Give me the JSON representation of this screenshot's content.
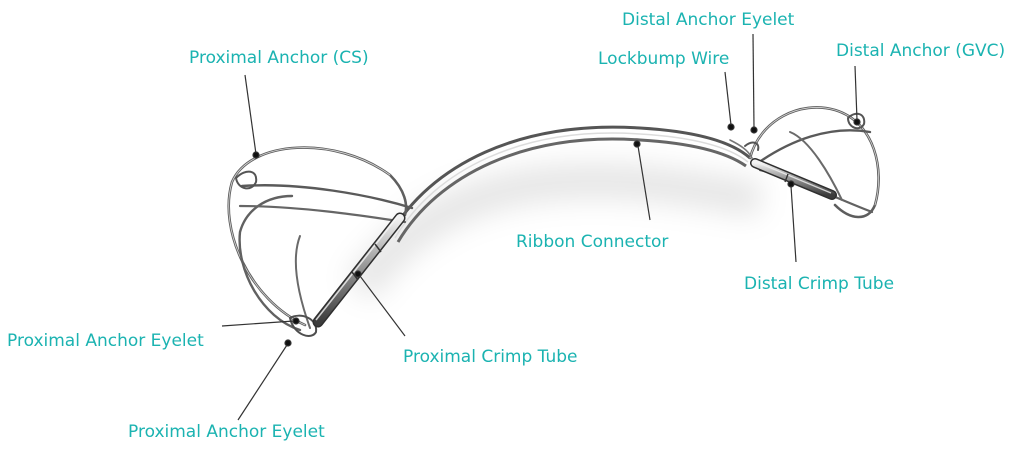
{
  "colors": {
    "label": "#1bb3b1",
    "leader": "#333333",
    "wire": "#6e6e6e",
    "wire_highlight": "#d9d9d9"
  },
  "labels": {
    "proximal_anchor_cs": "Proximal Anchor (CS)",
    "distal_anchor_eyelet": "Distal Anchor Eyelet",
    "lockbump_wire": "Lockbump Wire",
    "distal_anchor_gvc": "Distal Anchor (GVC)",
    "ribbon_connector": "Ribbon Connector",
    "distal_crimp_tube": "Distal Crimp Tube",
    "proximal_anchor_eyelet_upper": "Proximal Anchor Eyelet",
    "proximal_crimp_tube": "Proximal Crimp Tube",
    "proximal_anchor_eyelet_lower": "Proximal Anchor Eyelet"
  }
}
